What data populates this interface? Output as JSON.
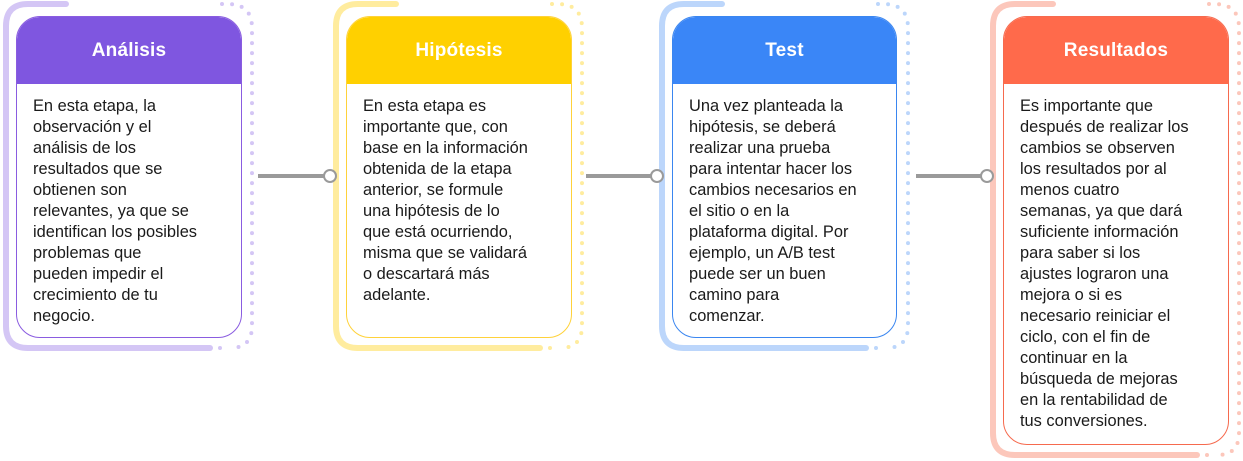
{
  "steps": [
    {
      "title": "Análisis",
      "lines": [
        "En esta etapa, la",
        "observación y el",
        "análisis de los",
        "resultados que se",
        "obtienen son",
        "relevantes, ya que se",
        "identifican los posibles",
        "problemas que",
        "pueden impedir el",
        "crecimiento de tu",
        "negocio."
      ],
      "color": "#7f56e0"
    },
    {
      "title": "Hipótesis",
      "lines": [
        "En esta etapa es",
        "importante que, con",
        "base en la información",
        "obtenida de la etapa",
        "anterior, se formule",
        "una hipótesis de lo",
        "que está ocurriendo,",
        "misma que se validará",
        "o descartará más",
        "adelante."
      ],
      "color": "#ffd000"
    },
    {
      "title": "Test",
      "lines": [
        "Una vez planteada la",
        "hipótesis, se deberá",
        "realizar una prueba",
        "para intentar hacer los",
        "cambios necesarios en",
        "el sitio o en la",
        "plataforma digital. Por",
        "ejemplo, un A/B test",
        "puede ser un buen",
        "camino para",
        "comenzar."
      ],
      "color": "#3a86f7"
    },
    {
      "title": "Resultados",
      "lines": [
        "Es importante que",
        "después de realizar los",
        "cambios se observen",
        "los resultados por al",
        "menos cuatro",
        "semanas, ya que dará",
        "suficiente información",
        "para saber si los",
        "ajustes lograron una",
        "mejora o si es",
        "necesario reiniciar el",
        "ciclo, con el fin de",
        "continuar en la",
        "búsqueda de mejoras",
        "en la rentabilidad de",
        "tus conversiones."
      ],
      "color": "#ff6a4b"
    }
  ]
}
